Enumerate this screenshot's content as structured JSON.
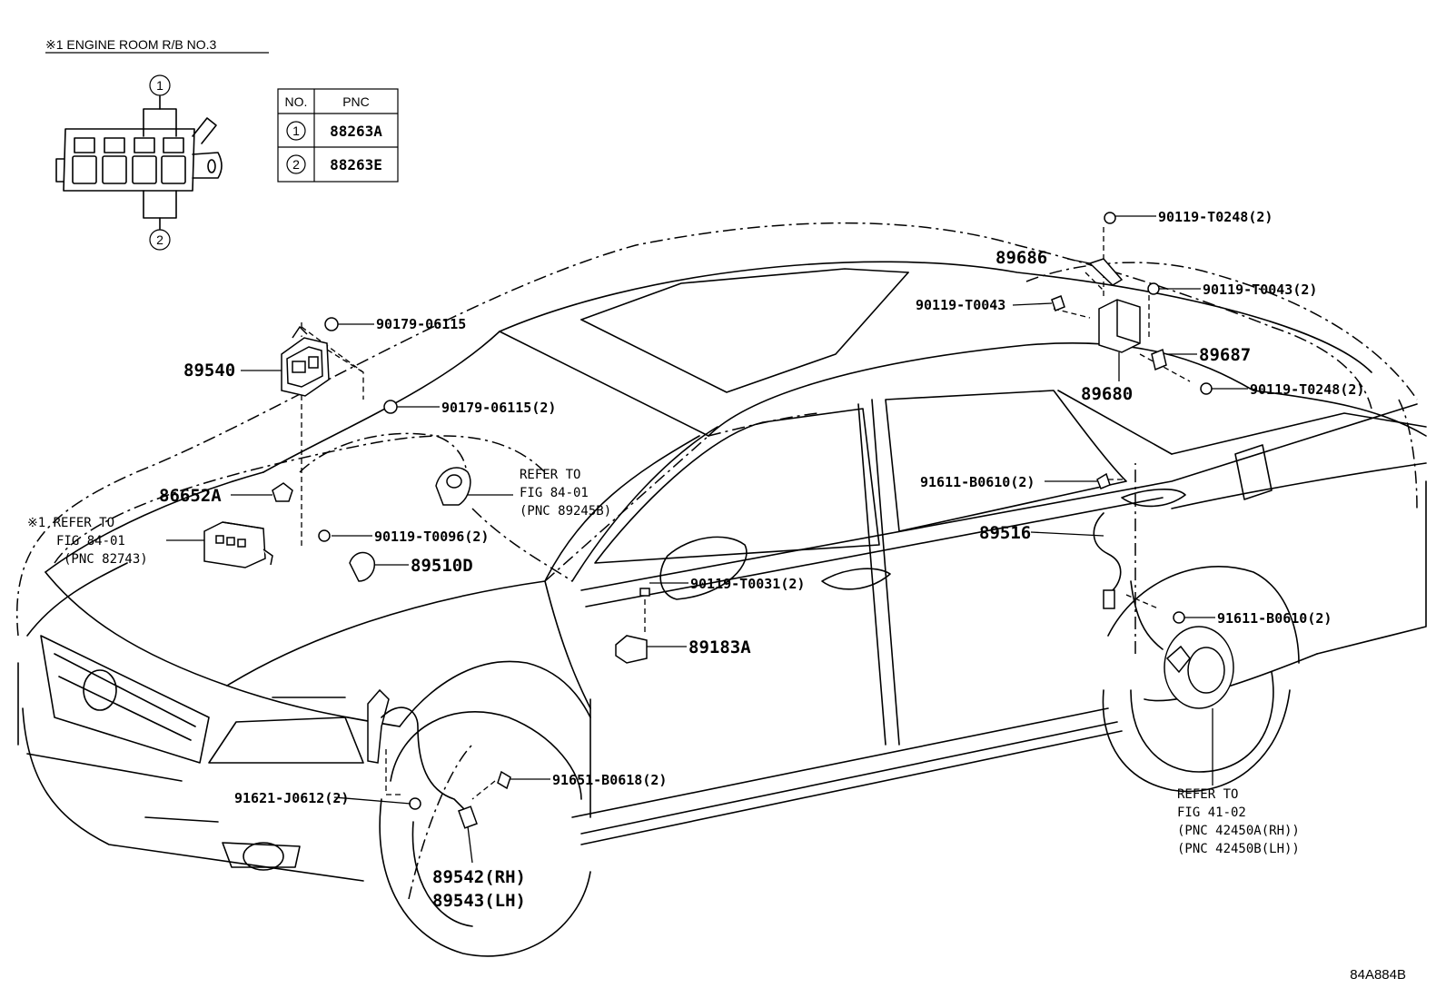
{
  "header": {
    "title": "※1 ENGINE ROOM R/B NO.3"
  },
  "relay_box": {
    "callout_1": "1",
    "callout_2": "2"
  },
  "pnc_table": {
    "col_no": "NO.",
    "col_pnc": "PNC",
    "rows": [
      {
        "no": "1",
        "pnc": "88263A"
      },
      {
        "no": "2",
        "pnc": "88263E"
      }
    ]
  },
  "parts": {
    "p89540": "89540",
    "p90179_06115": "90179-06115",
    "p90179_06115_2": "90179-06115(2)",
    "p86652A": "86652A",
    "p90119_T0096": "90119-T0096(2)",
    "p89510D": "89510D",
    "p90119_T0031": "90119-T0031(2)",
    "p89183A": "89183A",
    "p91621_J0612": "91621-J0612(2)",
    "p91651_B0618": "91651-B0618(2)",
    "p89542": "89542(RH)",
    "p89543": "89543(LH)",
    "p90119_T0248_top": "90119-T0248(2)",
    "p89686": "89686",
    "p90119_T0043_left": "90119-T0043",
    "p90119_T0043_right": "90119-T0043(2)",
    "p89687": "89687",
    "p89680": "89680",
    "p90119_T0248_right": "90119-T0248(2)",
    "p91611_B0610_a": "91611-B0610(2)",
    "p89516": "89516",
    "p91611_B0610_b": "91611-B0610(2)"
  },
  "notes": {
    "refer_8401_a": [
      "REFER TO",
      "FIG 84-01",
      "(PNC 89245B)"
    ],
    "refer_8401_b": [
      "※1 REFER TO",
      "FIG 84-01",
      "(PNC 82743)"
    ],
    "refer_4102": [
      "REFER TO",
      "FIG 41-02",
      "(PNC 42450A(RH))",
      "(PNC 42450B(LH))"
    ]
  },
  "figure_code": "84A884B"
}
